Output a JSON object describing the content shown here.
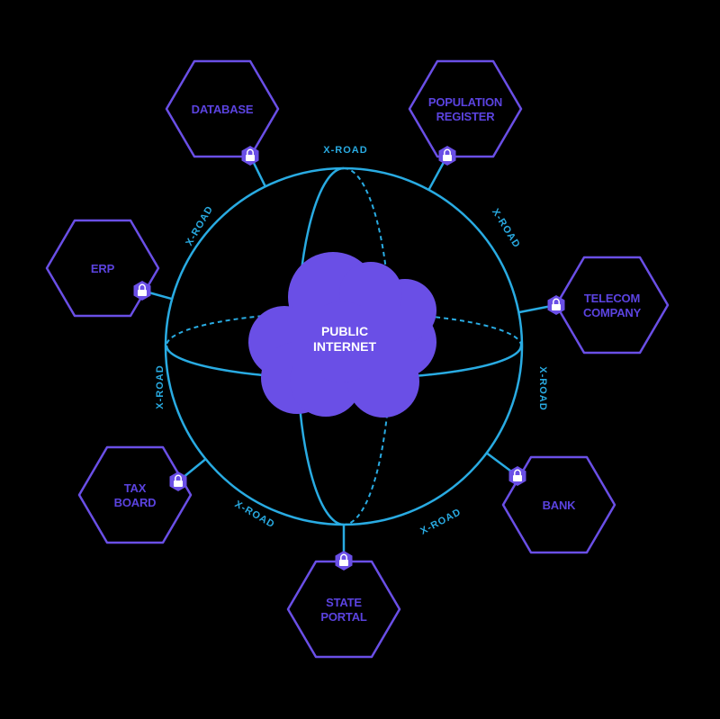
{
  "colors": {
    "background": "#000000",
    "sphere": "#29abe2",
    "node": "#6a4fe6",
    "node_text": "#5b43e0",
    "cloud": "#6a4fe6",
    "cloud_text": "#ffffff"
  },
  "cloud": {
    "lines": [
      "PUBLIC",
      "INTERNET"
    ]
  },
  "road_label": "X-ROAD",
  "nodes": [
    {
      "id": "database",
      "lines": [
        "DATABASE"
      ],
      "icon": "lock-icon"
    },
    {
      "id": "population-register",
      "lines": [
        "POPULATION",
        "REGISTER"
      ],
      "icon": "lock-icon"
    },
    {
      "id": "erp",
      "lines": [
        "ERP"
      ],
      "icon": "lock-icon"
    },
    {
      "id": "telecom-company",
      "lines": [
        "TELECOM",
        "COMPANY"
      ],
      "icon": "lock-icon"
    },
    {
      "id": "tax-board",
      "lines": [
        "TAX",
        "BOARD"
      ],
      "icon": "lock-icon"
    },
    {
      "id": "bank",
      "lines": [
        "BANK"
      ],
      "icon": "lock-icon"
    },
    {
      "id": "state-portal",
      "lines": [
        "STATE",
        "PORTAL"
      ],
      "icon": "lock-icon"
    }
  ]
}
